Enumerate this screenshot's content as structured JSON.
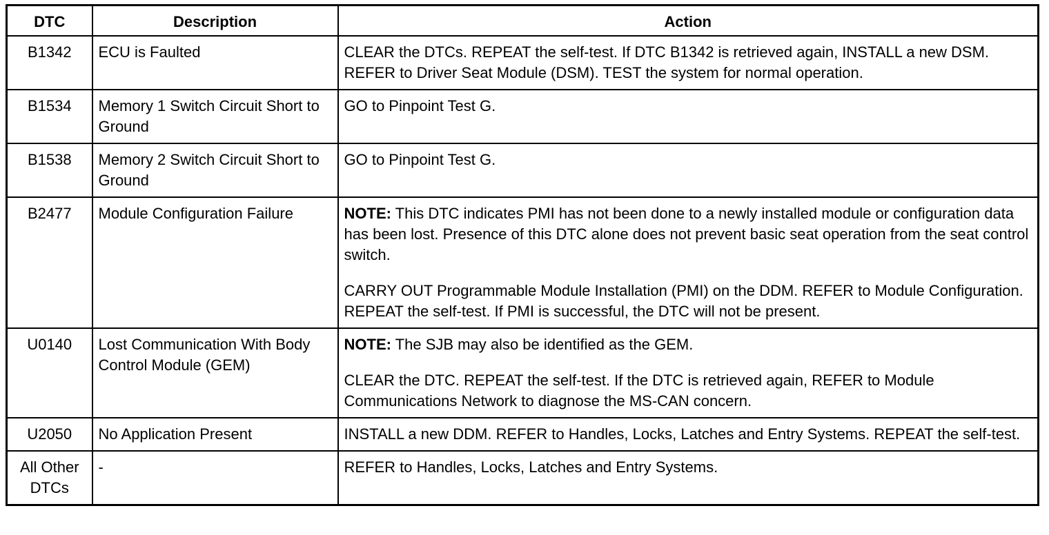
{
  "table": {
    "headers": {
      "dtc": "DTC",
      "description": "Description",
      "action": "Action"
    },
    "rows": [
      {
        "dtc": "B1342",
        "description": "ECU is Faulted",
        "action": [
          {
            "label": "",
            "text": "CLEAR the DTCs. REPEAT the self-test. If DTC B1342 is retrieved again, INSTALL a new DSM. REFER to Driver Seat Module (DSM). TEST the system for normal operation."
          }
        ]
      },
      {
        "dtc": "B1534",
        "description": "Memory 1 Switch Circuit Short to Ground",
        "action": [
          {
            "label": "",
            "text": "GO to Pinpoint Test G."
          }
        ]
      },
      {
        "dtc": "B1538",
        "description": "Memory 2 Switch Circuit Short to Ground",
        "action": [
          {
            "label": "",
            "text": "GO to Pinpoint Test G."
          }
        ]
      },
      {
        "dtc": "B2477",
        "description": "Module Configuration Failure",
        "action": [
          {
            "label": "NOTE:",
            "text": " This DTC indicates PMI has not been done to a newly installed module or configuration data has been lost. Presence of this DTC alone does not prevent basic seat operation from the seat control switch."
          },
          {
            "label": "",
            "text": "CARRY OUT Programmable Module Installation (PMI) on the DDM. REFER to Module Configuration. REPEAT the self-test. If PMI is successful, the DTC will not be present."
          }
        ]
      },
      {
        "dtc": "U0140",
        "description": "Lost Communication With Body Control Module (GEM)",
        "action": [
          {
            "label": "NOTE:",
            "text": " The SJB may also be identified as the GEM."
          },
          {
            "label": "",
            "text": "CLEAR the DTC. REPEAT the self-test. If the DTC is retrieved again, REFER to Module Communications Network to diagnose the MS-CAN concern."
          }
        ]
      },
      {
        "dtc": "U2050",
        "description": "No Application Present",
        "action": [
          {
            "label": "",
            "text": "INSTALL a new DDM. REFER to Handles, Locks, Latches and Entry Systems. REPEAT the self-test."
          }
        ]
      },
      {
        "dtc": "All Other DTCs",
        "description": "-",
        "action": [
          {
            "label": "",
            "text": "REFER to Handles, Locks, Latches and Entry Systems."
          }
        ]
      }
    ]
  }
}
